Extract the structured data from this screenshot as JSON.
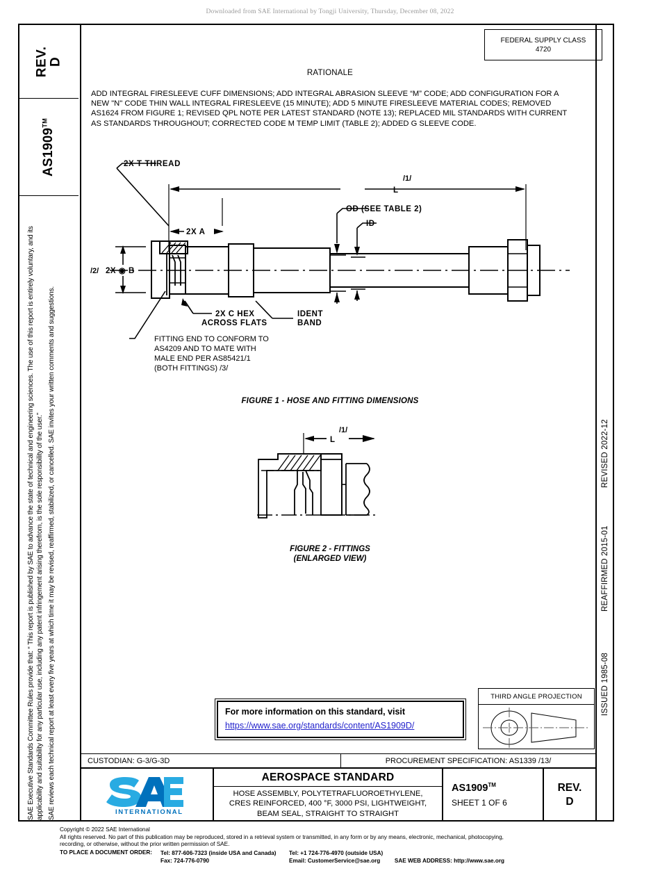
{
  "watermark": "Downloaded from SAE International by Tongji University, Thursday, December 08, 2022",
  "left_column": {
    "rev_label_line1": "REV.",
    "rev_label_line2": "D",
    "standard_label": "AS1909",
    "standard_tm": "TM",
    "legal_paragraph_1": "SAE Executive Standards Committee Rules provide that: “ This report is published by SAE to advance the state of technical and engineering sciences. The use of this report is entirely voluntary, and its applicability and suitability for any particular use, including any patent infringement arising therefrom, is the sole responsibility of the user.”",
    "legal_paragraph_2": "SAE reviews each technical report at least every five years at which time it may be revised, reaffirmed, stabilized, or cancelled. SAE invites your written comments and suggestions."
  },
  "right_column": {
    "dates": [
      "REVISED 2022-12",
      "REAFFIRMED 2015-01",
      "ISSUED 1985-08"
    ]
  },
  "federal_supply_class": {
    "title": "FEDERAL SUPPLY CLASS",
    "code": "4720"
  },
  "rationale": {
    "heading": "RATIONALE",
    "body": "ADD INTEGRAL FIRESLEEVE CUFF DIMENSIONS; ADD INTEGRAL ABRASION SLEEVE “M” CODE; ADD CONFIGURATION FOR A NEW \"N\" CODE THIN WALL INTEGRAL FIRESLEEVE (15 MINUTE); ADD 5 MINUTE FIRESLEEVE MATERIAL CODES; REMOVED AS1624 FROM FIGURE 1; REVISED QPL NOTE PER LATEST STANDARD (NOTE 13); REPLACED MIL STANDARDS WITH CURRENT AS STANDARDS THROUGHOUT; CORRECTED CODE M TEMP LIMIT (TABLE 2); ADDED G SLEEVE CODE."
  },
  "figure1": {
    "caption": "FIGURE 1 - HOSE AND FITTING DIMENSIONS",
    "labels": {
      "thread": "2X  T  THREAD",
      "length": "L",
      "length_note": "/1/",
      "dim_a": "2X   A",
      "dim_b": "2X ⌀ B",
      "dim_b_note": "/2/",
      "od": "OD (SEE  TABLE  2)",
      "id": "ID",
      "hex_line1": "2X  C  HEX",
      "hex_line2": "ACROSS  FLATS",
      "ident_line1": "IDENT",
      "ident_line2": "BAND",
      "fitting_note_line1": "FITTING END TO CONFORM TO",
      "fitting_note_line2": "AS4209 AND TO MATE WITH",
      "fitting_note_line3": "MALE END PER AS85421/1",
      "fitting_note_line4": "(BOTH FITTINGS) /3/"
    }
  },
  "figure2": {
    "caption_line1": "FIGURE 2 - FITTINGS",
    "caption_line2": "(ENLARGED VIEW)",
    "labels": {
      "length": "L",
      "length_note": "/1/"
    }
  },
  "info_box": {
    "text": "For more information on this standard, visit",
    "link": "https://www.sae.org/standards/content/AS1909D/"
  },
  "third_angle_projection": {
    "title": "THIRD ANGLE PROJECTION"
  },
  "custodian_row": {
    "custodian": "CUSTODIAN: G-3/G-3D",
    "procurement": "PROCUREMENT SPECIFICATION: AS1339 /13/"
  },
  "title_block": {
    "logo_main": "SAE",
    "logo_sub": "INTERNATIONAL",
    "logo_sub_mark": "®",
    "doc_type": "AEROSPACE STANDARD",
    "description_line1": "HOSE ASSEMBLY, POLYTETRAFLUOROETHYLENE,",
    "description_line2": "CRES REINFORCED, 400 °F, 3000 PSI, LIGHTWEIGHT,",
    "description_line3": "BEAM SEAL, STRAIGHT TO STRAIGHT",
    "doc_number": "AS1909",
    "doc_number_tm": "TM",
    "sheet": "SHEET 1 OF 6",
    "rev_label": "REV.",
    "rev_value": "D"
  },
  "footer": {
    "copyright": "Copyright © 2022 SAE International",
    "rights_line1": "All rights reserved. No part of this publication may be reproduced, stored in a retrieval system or transmitted, in any form or by any means, electronic, mechanical, photocopying,",
    "rights_line2": "recording, or otherwise, without the prior written permission of SAE.",
    "order_label": "TO PLACE A DOCUMENT ORDER:",
    "tel_inside": "Tel: 877-606-7323 (inside USA and Canada)",
    "fax": "Fax: 724-776-0790",
    "tel_outside": "Tel: +1 724-776-4970 (outside USA)",
    "email": "Email: CustomerService@sae.org",
    "web": "SAE WEB ADDRESS: http://www.sae.org"
  },
  "colors": {
    "link": "#2222cc",
    "logo_blue_light": "#29abe2",
    "logo_blue_dark": "#0071bc",
    "watermark_gray": "#9a9a9a"
  }
}
